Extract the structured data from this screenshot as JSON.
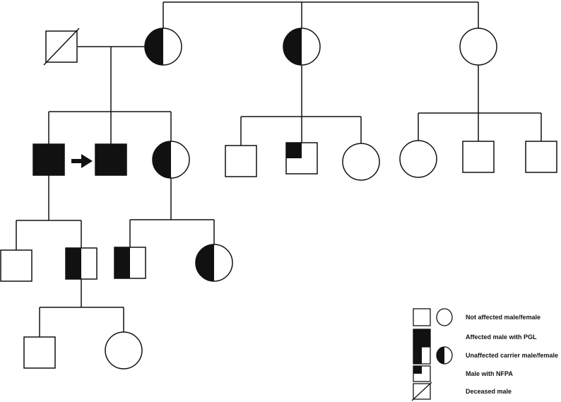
{
  "legend": {
    "not_affected": "Not affected male/female",
    "affected_pgl": "Affected male with PGL",
    "unaffected_carrier": "Unaffected carrier male/female",
    "male_nfpa": "Male with NFPA",
    "deceased_male": "Deceased male"
  },
  "colors": {
    "fill": "#111111",
    "stroke": "#111111",
    "background": "#ffffff"
  },
  "symbols": {
    "square": "male",
    "circle": "female",
    "filled-square": "affected male with PGL",
    "half-filled-left": "unaffected carrier",
    "quarter-filled-top-left": "male with NFPA",
    "slashed-square": "deceased male",
    "arrow": "proband"
  }
}
